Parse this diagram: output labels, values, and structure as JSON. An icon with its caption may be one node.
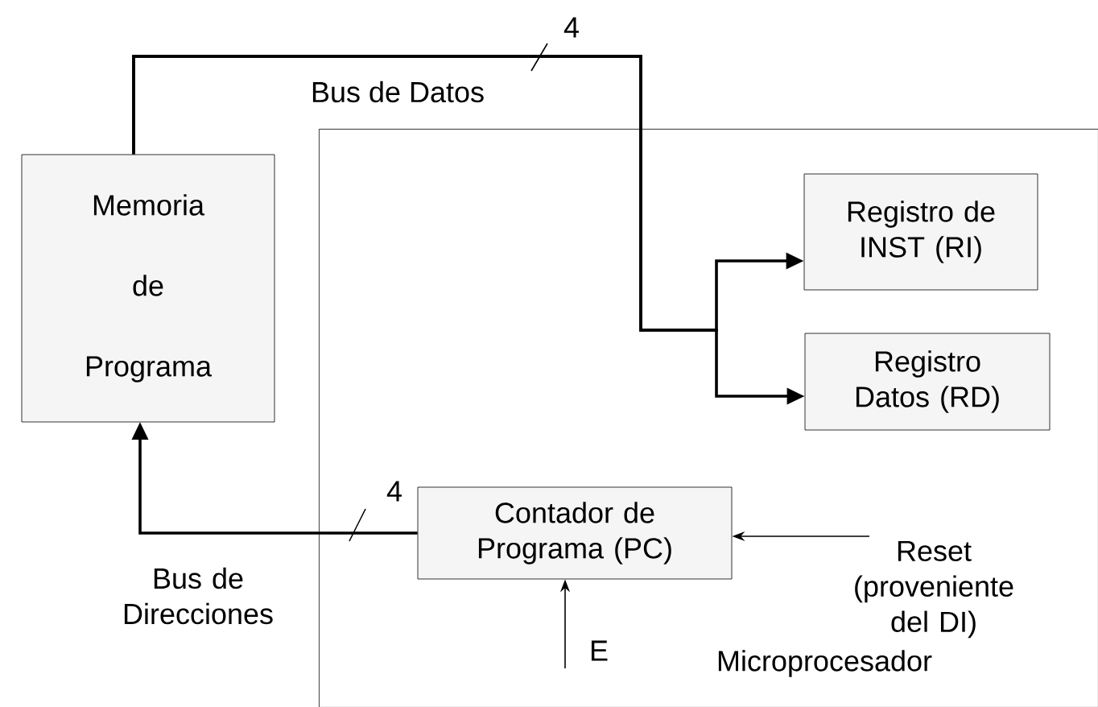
{
  "diagram": {
    "nodes": [
      {
        "text": [
          "Memoria de Programa"
        ]
      },
      {
        "text": [
          "Microprocesador"
        ]
      },
      {
        "text": [
          "Registro de INST (RI)"
        ],
        "in": 1
      },
      {
        "text": [
          "Registro Datos (RD)"
        ],
        "in": 1
      },
      {
        "text": [
          "Contador de Programa (PC)"
        ],
        "in": 1
      },
      {
        "text": [
          "Reset (proveniente del DI)"
        ],
        "in": 1
      }
    ],
    "edges": [
      {
        "from": 0,
        "to": 2,
        "arrow": "to",
        "label": "Bus de Datos"
      },
      {
        "from": 0,
        "to": 3,
        "arrow": "to"
      },
      {
        "from": 4,
        "to": 0,
        "arrow": "to",
        "label": "Bus de Direcciones"
      },
      {
        "from": 5,
        "to": 4,
        "arrow": "to"
      },
      {
        "from": null,
        "to": 4,
        "arrow": "to",
        "label": "E"
      }
    ],
    "labels": [
      "4",
      "4"
    ]
  }
}
